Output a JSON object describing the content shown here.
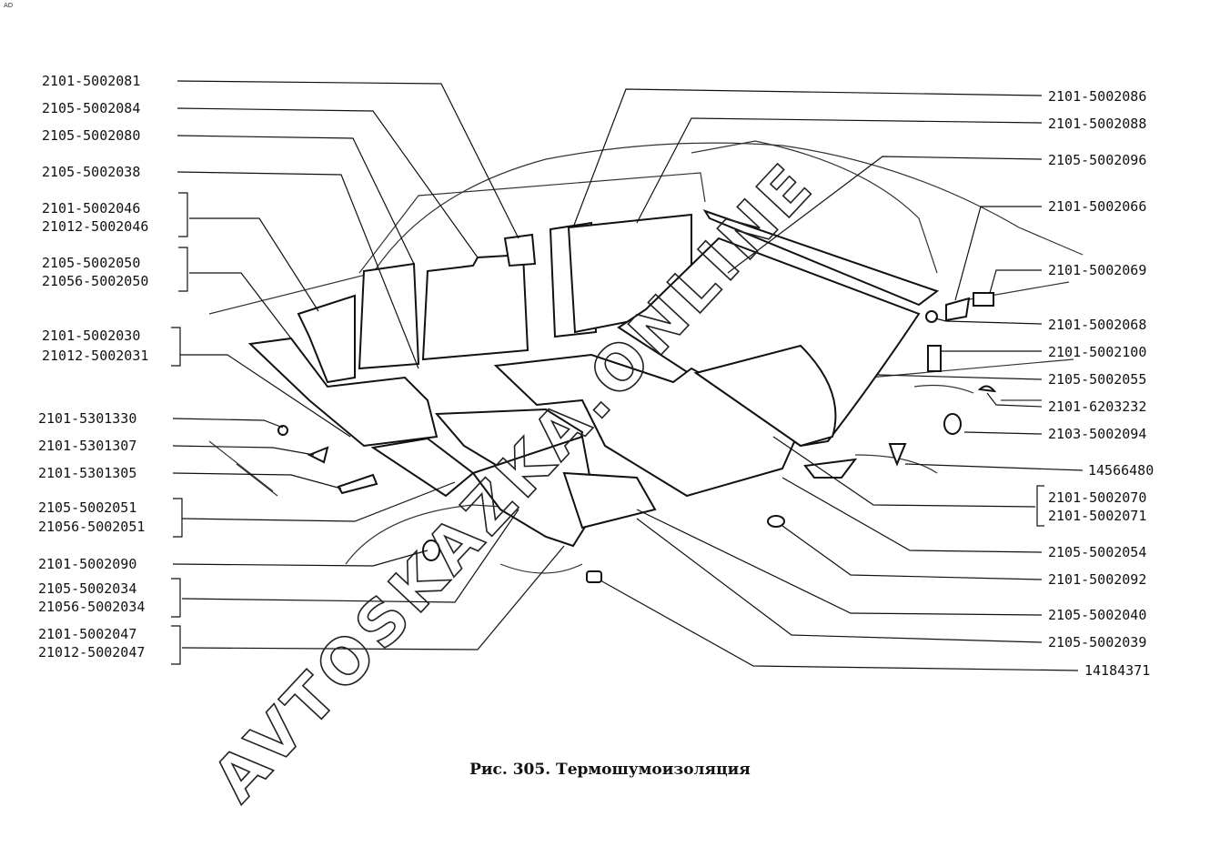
{
  "figure": {
    "caption": "Рис. 305. Термошумоизоляция",
    "watermark": "AVTOSKAZKA.ONLINE",
    "corner_mark": "AD"
  },
  "labels_left": [
    {
      "id": "l1",
      "text": "2101-5002081"
    },
    {
      "id": "l2",
      "text": "2105-5002084"
    },
    {
      "id": "l3",
      "text": "2105-5002080"
    },
    {
      "id": "l4",
      "text": "2105-5002038"
    },
    {
      "id": "l5a",
      "text": "2101-5002046"
    },
    {
      "id": "l5b",
      "text": "21012-5002046"
    },
    {
      "id": "l6a",
      "text": "2105-5002050"
    },
    {
      "id": "l6b",
      "text": "21056-5002050"
    },
    {
      "id": "l7a",
      "text": "2101-5002030"
    },
    {
      "id": "l7b",
      "text": "21012-5002031"
    },
    {
      "id": "l8",
      "text": "2101-5301330"
    },
    {
      "id": "l9",
      "text": "2101-5301307"
    },
    {
      "id": "l10",
      "text": "2101-5301305"
    },
    {
      "id": "l11a",
      "text": "2105-5002051"
    },
    {
      "id": "l11b",
      "text": "21056-5002051"
    },
    {
      "id": "l12",
      "text": "2101-5002090"
    },
    {
      "id": "l13a",
      "text": "2105-5002034"
    },
    {
      "id": "l13b",
      "text": "21056-5002034"
    },
    {
      "id": "l14a",
      "text": "2101-5002047"
    },
    {
      "id": "l14b",
      "text": "21012-5002047"
    }
  ],
  "labels_right": [
    {
      "id": "r1",
      "text": "2101-5002086"
    },
    {
      "id": "r2",
      "text": "2101-5002088"
    },
    {
      "id": "r3",
      "text": "2105-5002096"
    },
    {
      "id": "r4",
      "text": "2101-5002066"
    },
    {
      "id": "r5",
      "text": "2101-5002069"
    },
    {
      "id": "r6",
      "text": "2101-5002068"
    },
    {
      "id": "r7",
      "text": "2101-5002100"
    },
    {
      "id": "r8",
      "text": "2105-5002055"
    },
    {
      "id": "r9",
      "text": "2101-6203232"
    },
    {
      "id": "r10",
      "text": "2103-5002094"
    },
    {
      "id": "r11",
      "text": "14566480"
    },
    {
      "id": "r12a",
      "text": "2101-5002070"
    },
    {
      "id": "r12b",
      "text": "2101-5002071"
    },
    {
      "id": "r13",
      "text": "2105-5002054"
    },
    {
      "id": "r14",
      "text": "2101-5002092"
    },
    {
      "id": "r15",
      "text": "2105-5002040"
    },
    {
      "id": "r16",
      "text": "2105-5002039"
    },
    {
      "id": "r17",
      "text": "14184371"
    }
  ]
}
